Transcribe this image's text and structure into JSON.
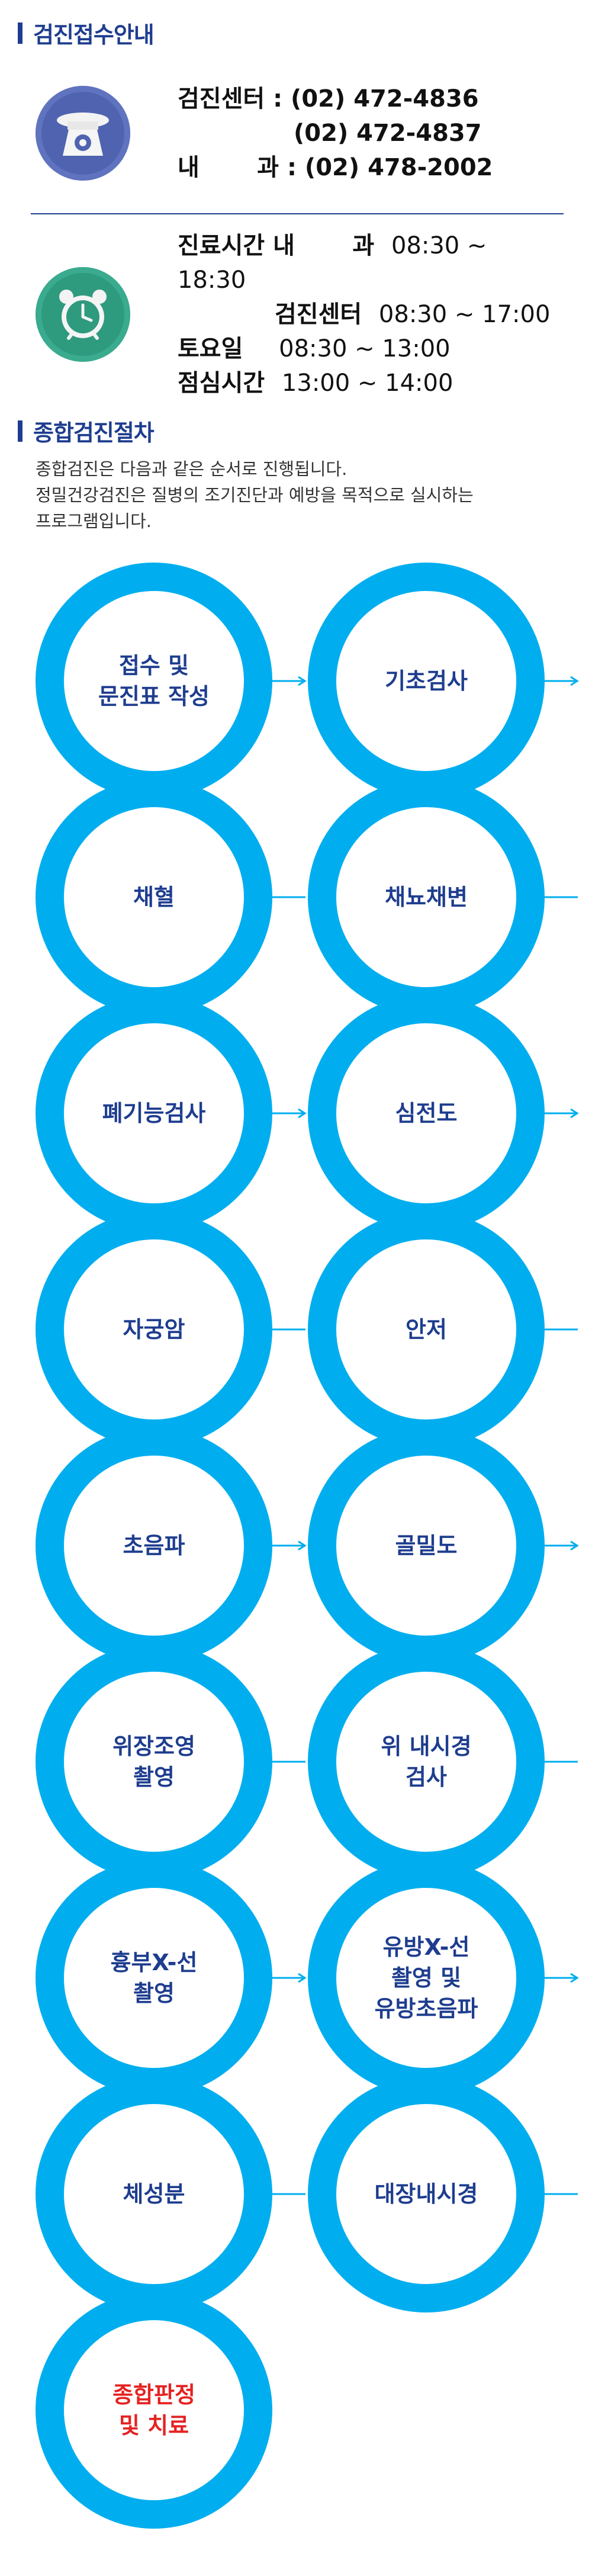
{
  "section1": {
    "title": "검진접수안내"
  },
  "phone": {
    "line1": "검진센터 : (02) 472-4836",
    "line2": "(02) 472-4837",
    "line3": "내       과 : (02) 478-2002"
  },
  "hours": {
    "line1_label": "진료시간 내       과",
    "line1_value": "08:30 ~ 18:30",
    "line2_label": "검진센터",
    "line2_value": "08:30 ~ 17:00",
    "line3_label": "토요일",
    "line3_value": "08:30 ~ 13:00",
    "line4_label": "점심시간",
    "line4_value": "13:00 ~ 14:00"
  },
  "section2": {
    "title": "종합검진절차",
    "desc1": "종합검진은 다음과 같은 순서로 진행됩니다.",
    "desc2": "정밀건강검진은 질병의 조기진단과 예방을 목적으로 실시하는",
    "desc3": "프로그램입니다."
  },
  "steps": [
    {
      "label": "접수 및\n문진표 작성"
    },
    {
      "label": "기초검사"
    },
    {
      "label": "채뇨채변"
    },
    {
      "label": "채혈"
    },
    {
      "label": "폐기능검사"
    },
    {
      "label": "심전도"
    },
    {
      "label": "안저"
    },
    {
      "label": "자궁암"
    },
    {
      "label": "초음파"
    },
    {
      "label": "골밀도"
    },
    {
      "label": "위 내시경\n검사"
    },
    {
      "label": "위장조영\n촬영"
    },
    {
      "label": "흉부X-선\n촬영"
    },
    {
      "label": "유방X-선\n촬영 및\n유방초음파"
    },
    {
      "label": "대장내시경"
    },
    {
      "label": "체성분"
    },
    {
      "label": "종합판정\n및 치료"
    }
  ],
  "colors": {
    "accent": "#1e3d8f",
    "circle": "#00aeef",
    "final": "#e52222"
  },
  "icons": {
    "phone": "telephone-icon",
    "clock": "alarm-clock-icon",
    "arrow": "arrow-icon"
  }
}
